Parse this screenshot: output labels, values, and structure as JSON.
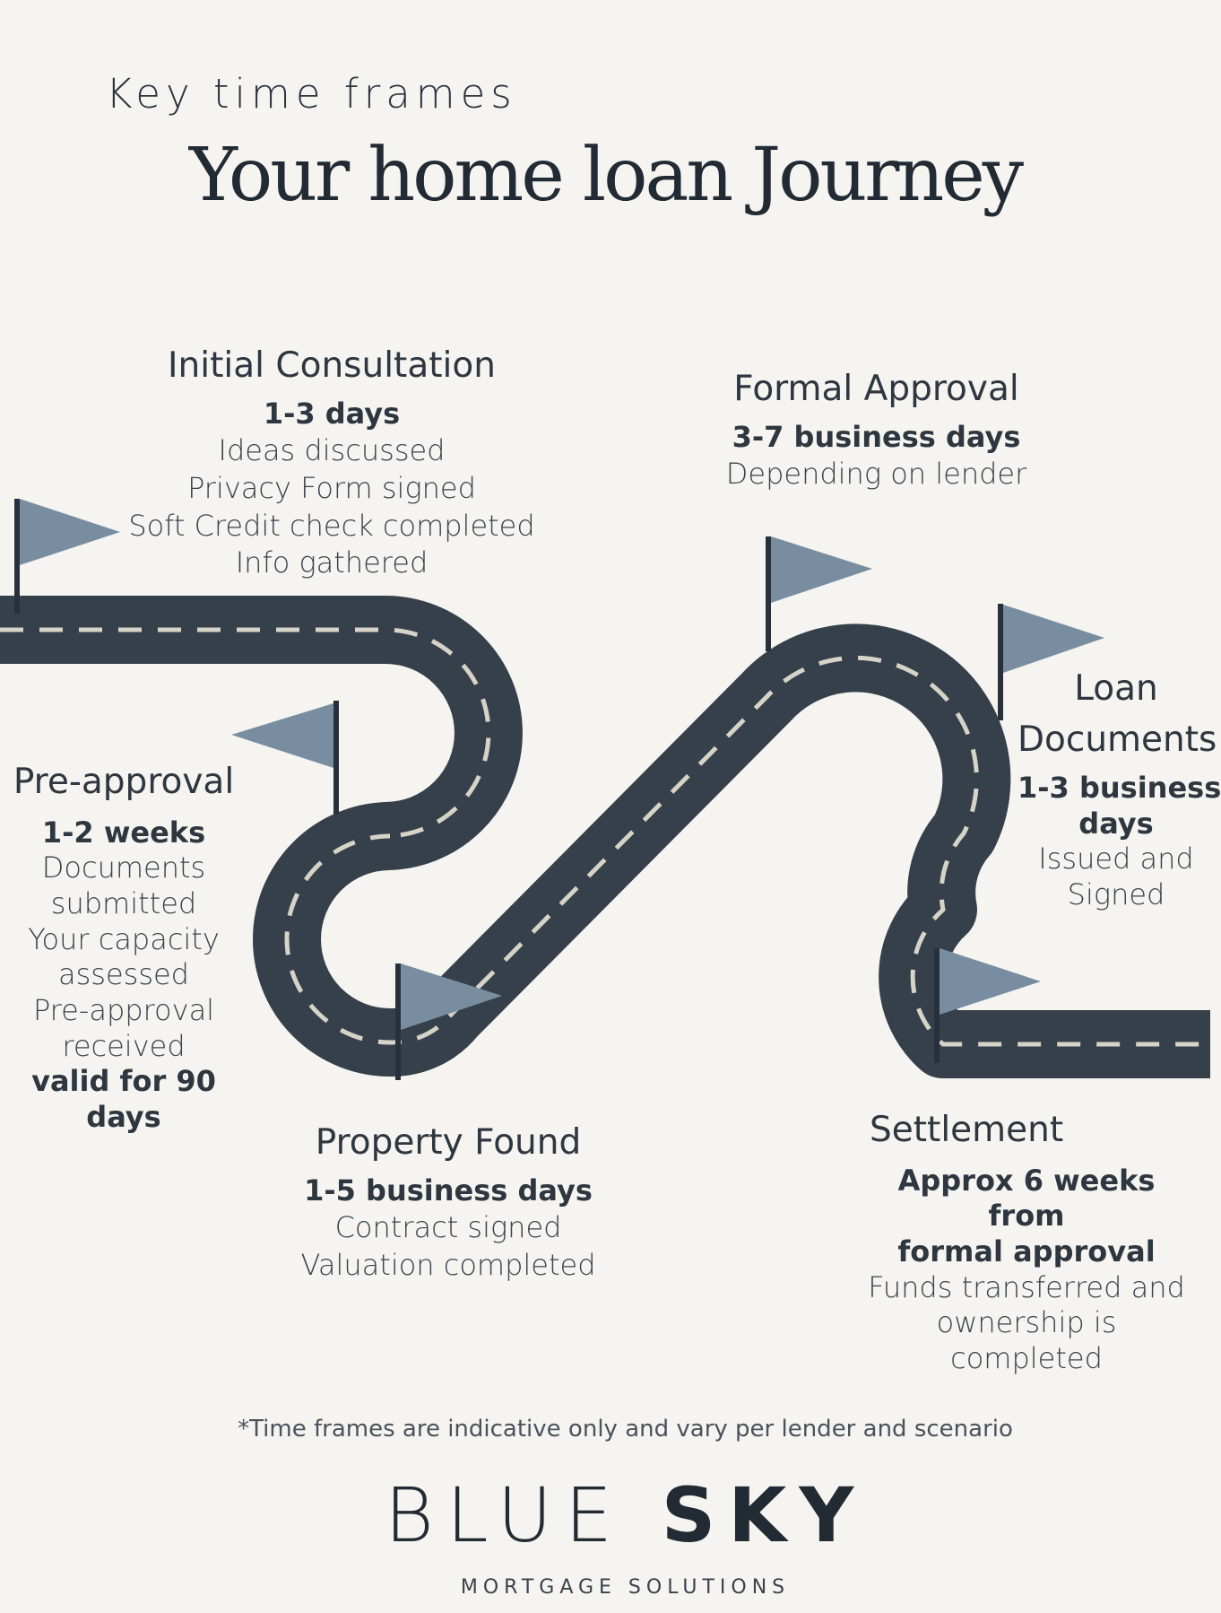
{
  "header": {
    "kicker": "Key time frames",
    "title": "Your home loan Journey"
  },
  "stages": [
    {
      "title": "Initial Consultation",
      "timeframe": "1-3 days",
      "lines": [
        "Ideas discussed",
        "Privacy Form signed",
        "Soft Credit check completed",
        "Info gathered"
      ]
    },
    {
      "title": "Pre-approval",
      "timeframe": "1-2 weeks",
      "lines": [
        "Documents",
        "submitted",
        "Your capacity",
        "assessed",
        "Pre-approval",
        "received"
      ],
      "note": "valid for 90 days"
    },
    {
      "title": "Property Found",
      "timeframe": "1-5 business days",
      "lines": [
        "Contract signed",
        "Valuation completed"
      ]
    },
    {
      "title": "Formal Approval",
      "timeframe": "3-7 business days",
      "lines": [
        "Depending on lender"
      ]
    },
    {
      "title_lines": [
        "Loan",
        "Documents"
      ],
      "timeframe_lines": [
        "1-3 business",
        "days"
      ],
      "lines": [
        "Issued and",
        "Signed"
      ]
    },
    {
      "title": "Settlement",
      "timeframe_lines": [
        "Approx 6 weeks from",
        "formal approval"
      ],
      "lines": [
        "Funds transferred and",
        "ownership is",
        "completed"
      ]
    }
  ],
  "footnote": "*Time frames are indicative only and vary per lender and scenario",
  "brand": {
    "name_part1": "BLUE",
    "name_part2": "SKY",
    "tagline": "MORTGAGE SOLUTIONS"
  },
  "colors": {
    "background": "#f5f4f0",
    "road": "#36404a",
    "road_dash": "#d6d3c8",
    "flag": "#788ea0",
    "pole": "#28313b",
    "text": "#2e3640"
  }
}
